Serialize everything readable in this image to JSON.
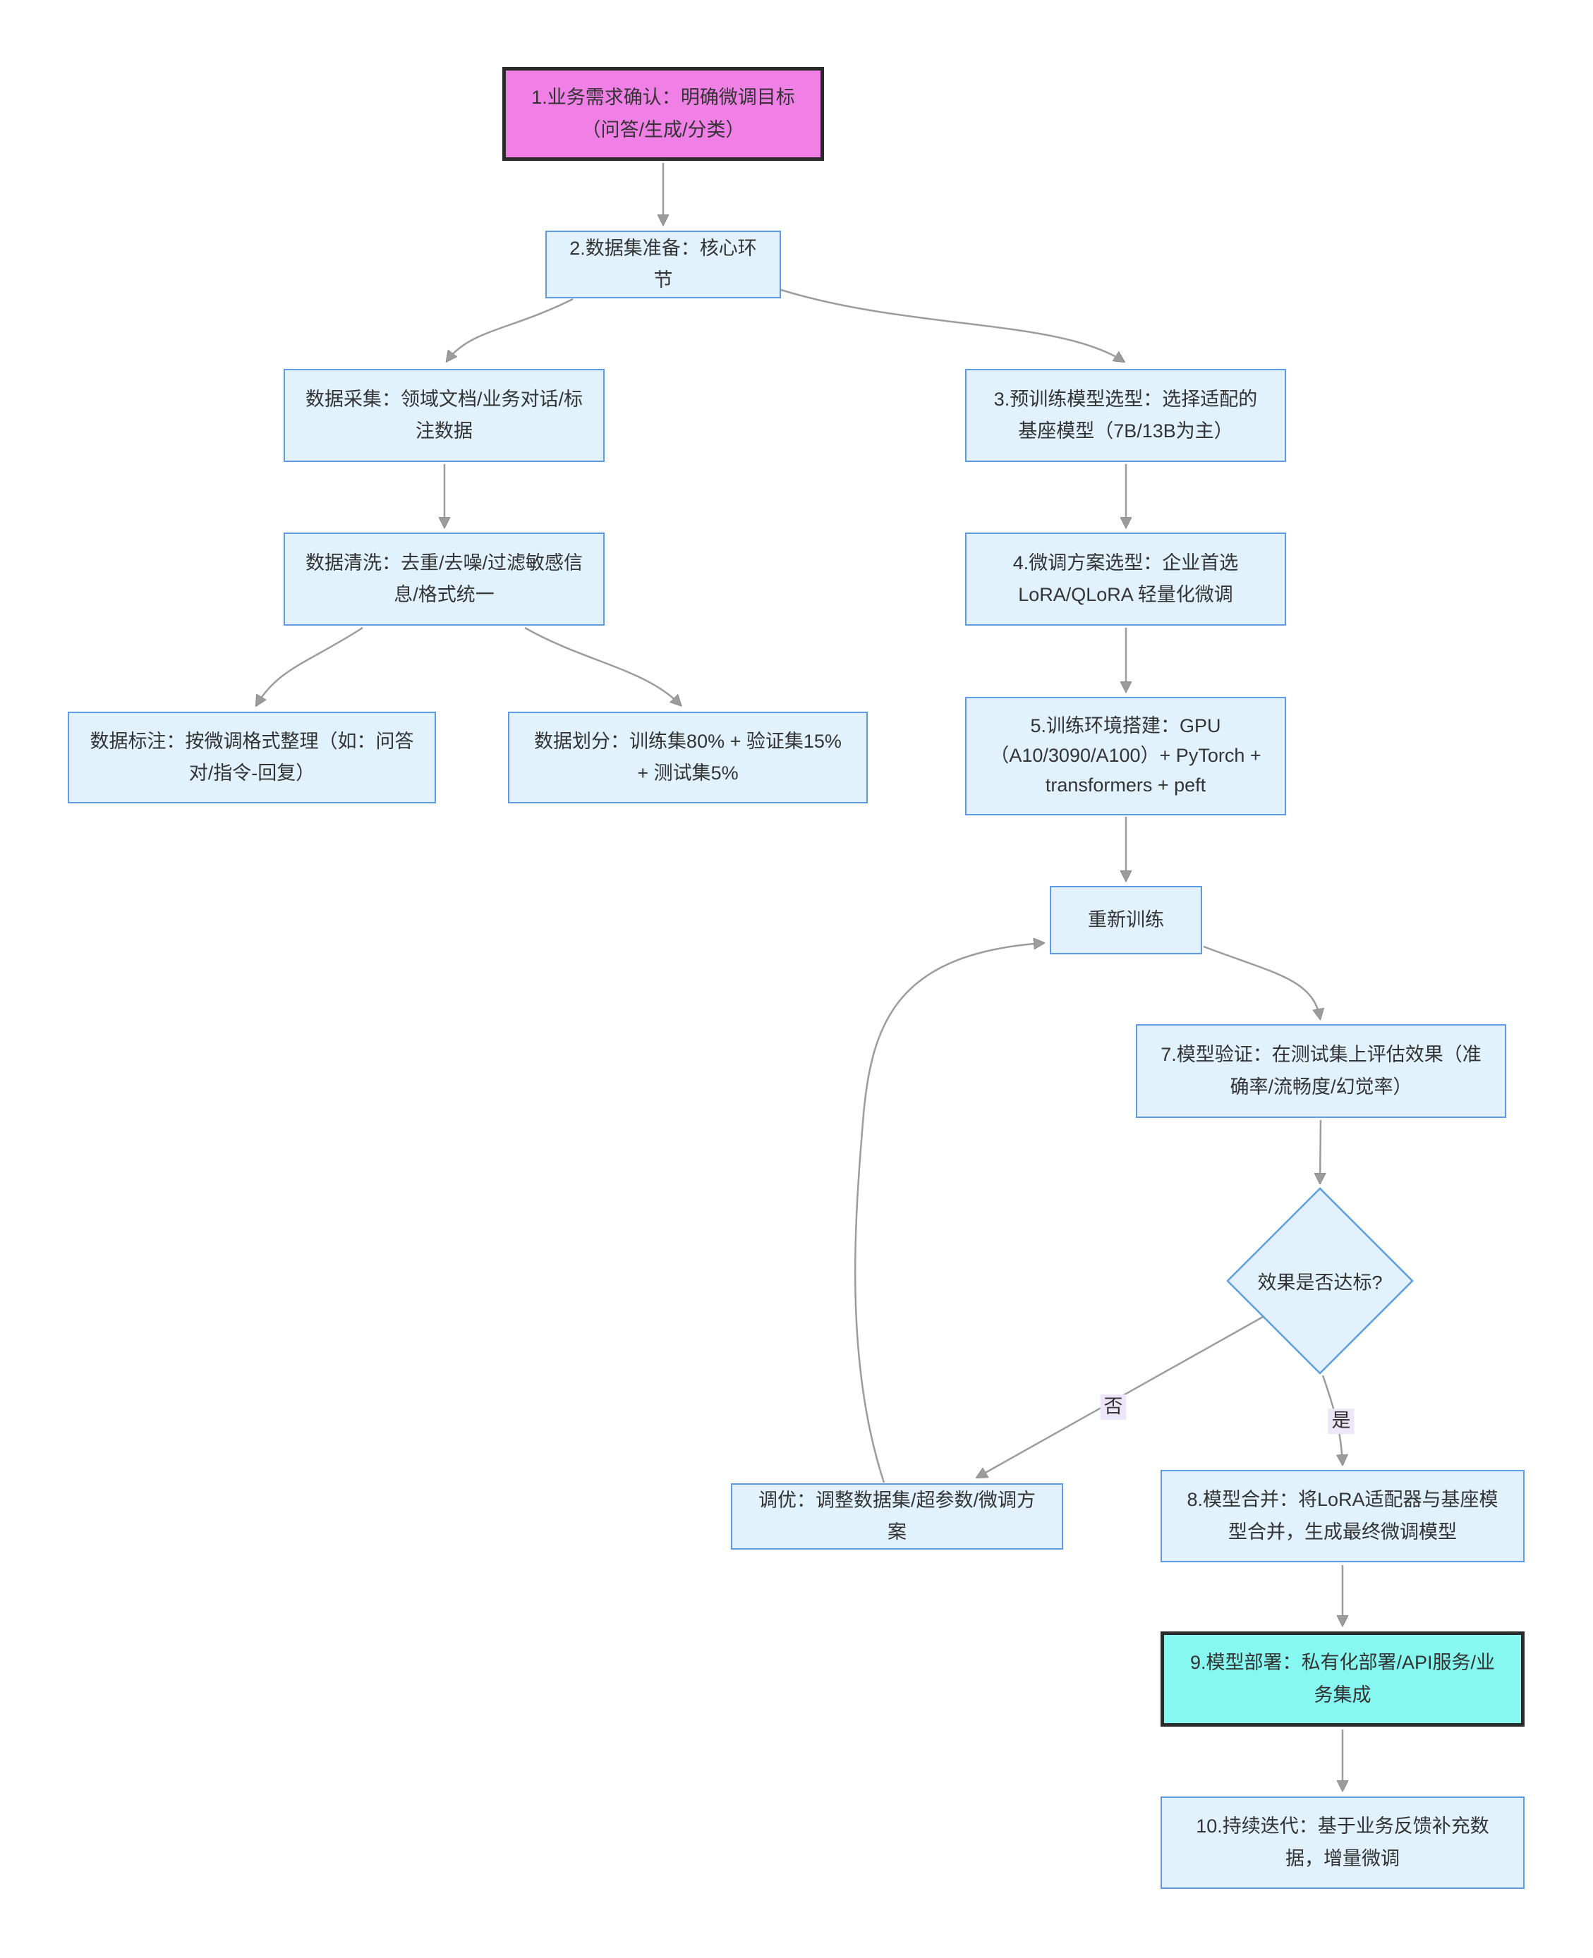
{
  "diagram": {
    "type": "flowchart",
    "direction": "top-down",
    "colors": {
      "node_fill": "#e1f2fd",
      "node_border": "#5f9be3",
      "start_node_fill": "#f080e6",
      "deploy_node_fill": "#87f8f0",
      "emphasis_border": "#2b2b2b",
      "edge_line": "#9c9c9c",
      "edge_label_bg": "#ede5f8",
      "text": "#333333",
      "background": "#ffffff"
    },
    "nodes": {
      "step1": {
        "label": "1.业务需求确认：明确微调目标（问答/生成/分类）"
      },
      "step2": {
        "label": "2.数据集准备：核心环节"
      },
      "collect": {
        "label": "数据采集：领域文档/业务对话/标注数据"
      },
      "clean": {
        "label": "数据清洗：去重/去噪/过滤敏感信息/格式统一"
      },
      "annotate": {
        "label": "数据标注：按微调格式整理（如：问答对/指令-回复）"
      },
      "split": {
        "label": "数据划分：训练集80% + 验证集15% + 测试集5%"
      },
      "step3": {
        "label": "3.预训练模型选型：选择适配的基座模型（7B/13B为主）"
      },
      "step4": {
        "label": "4.微调方案选型：企业首选 LoRA/QLoRA 轻量化微调"
      },
      "step5": {
        "label": "5.训练环境搭建：GPU（A10/3090/A100）+ PyTorch + transformers + peft"
      },
      "retrain": {
        "label": "重新训练"
      },
      "step7": {
        "label": "7.模型验证：在测试集上评估效果（准确率/流畅度/幻觉率）"
      },
      "decision": {
        "label": "效果是否达标?"
      },
      "tune": {
        "label": "调优：调整数据集/超参数/微调方案"
      },
      "step8": {
        "label": "8.模型合并：将LoRA适配器与基座模型合并，生成最终微调模型"
      },
      "step9": {
        "label": "9.模型部署：私有化部署/API服务/业务集成"
      },
      "step10": {
        "label": "10.持续迭代：基于业务反馈补充数据，增量微调"
      }
    },
    "edge_labels": {
      "no": "否",
      "yes": "是"
    },
    "edges": [
      {
        "from": "step1",
        "to": "step2"
      },
      {
        "from": "step2",
        "to": "collect"
      },
      {
        "from": "step2",
        "to": "step3"
      },
      {
        "from": "collect",
        "to": "clean"
      },
      {
        "from": "clean",
        "to": "annotate"
      },
      {
        "from": "clean",
        "to": "split"
      },
      {
        "from": "step3",
        "to": "step4"
      },
      {
        "from": "step4",
        "to": "step5"
      },
      {
        "from": "step5",
        "to": "retrain"
      },
      {
        "from": "retrain",
        "to": "step7"
      },
      {
        "from": "step7",
        "to": "decision"
      },
      {
        "from": "decision",
        "to": "tune",
        "label": "否"
      },
      {
        "from": "decision",
        "to": "step8",
        "label": "是"
      },
      {
        "from": "tune",
        "to": "retrain"
      },
      {
        "from": "step8",
        "to": "step9"
      },
      {
        "from": "step9",
        "to": "step10"
      }
    ]
  }
}
